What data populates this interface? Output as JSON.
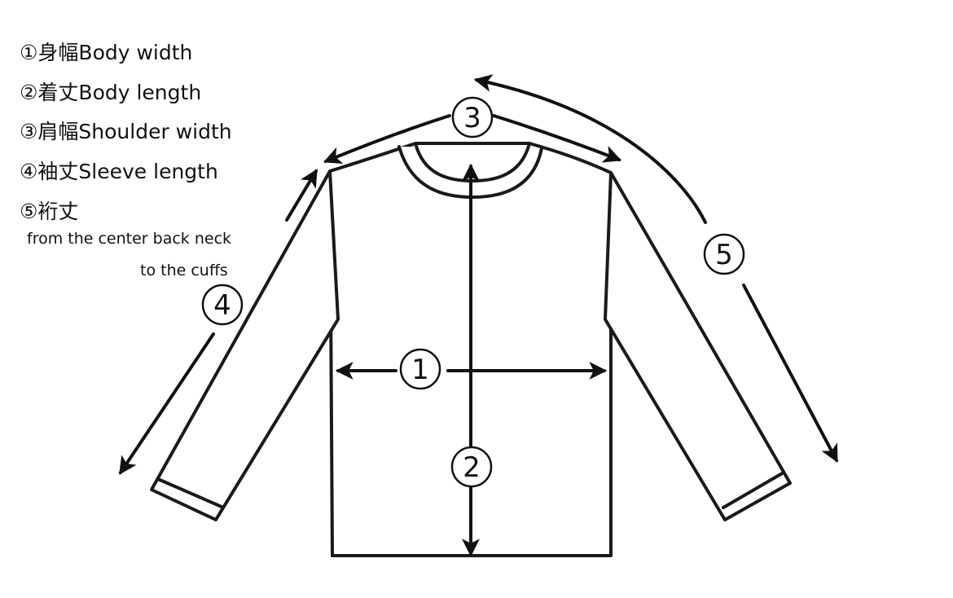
{
  "legend": {
    "items": [
      {
        "marker": "①",
        "text": "身幅Body width"
      },
      {
        "marker": "②",
        "text": "着丈Body length"
      },
      {
        "marker": "③",
        "text": "肩幅Shoulder width"
      },
      {
        "marker": "④",
        "text": "袖丈Sleeve length"
      },
      {
        "marker": "⑤",
        "text": "裄丈"
      }
    ],
    "note_line1": "from the center back neck",
    "note_line2": "to the cuffs"
  },
  "markers": {
    "body_width": "1",
    "body_length": "2",
    "shoulder_width": "3",
    "sleeve_length": "4",
    "yuki_length": "5"
  }
}
